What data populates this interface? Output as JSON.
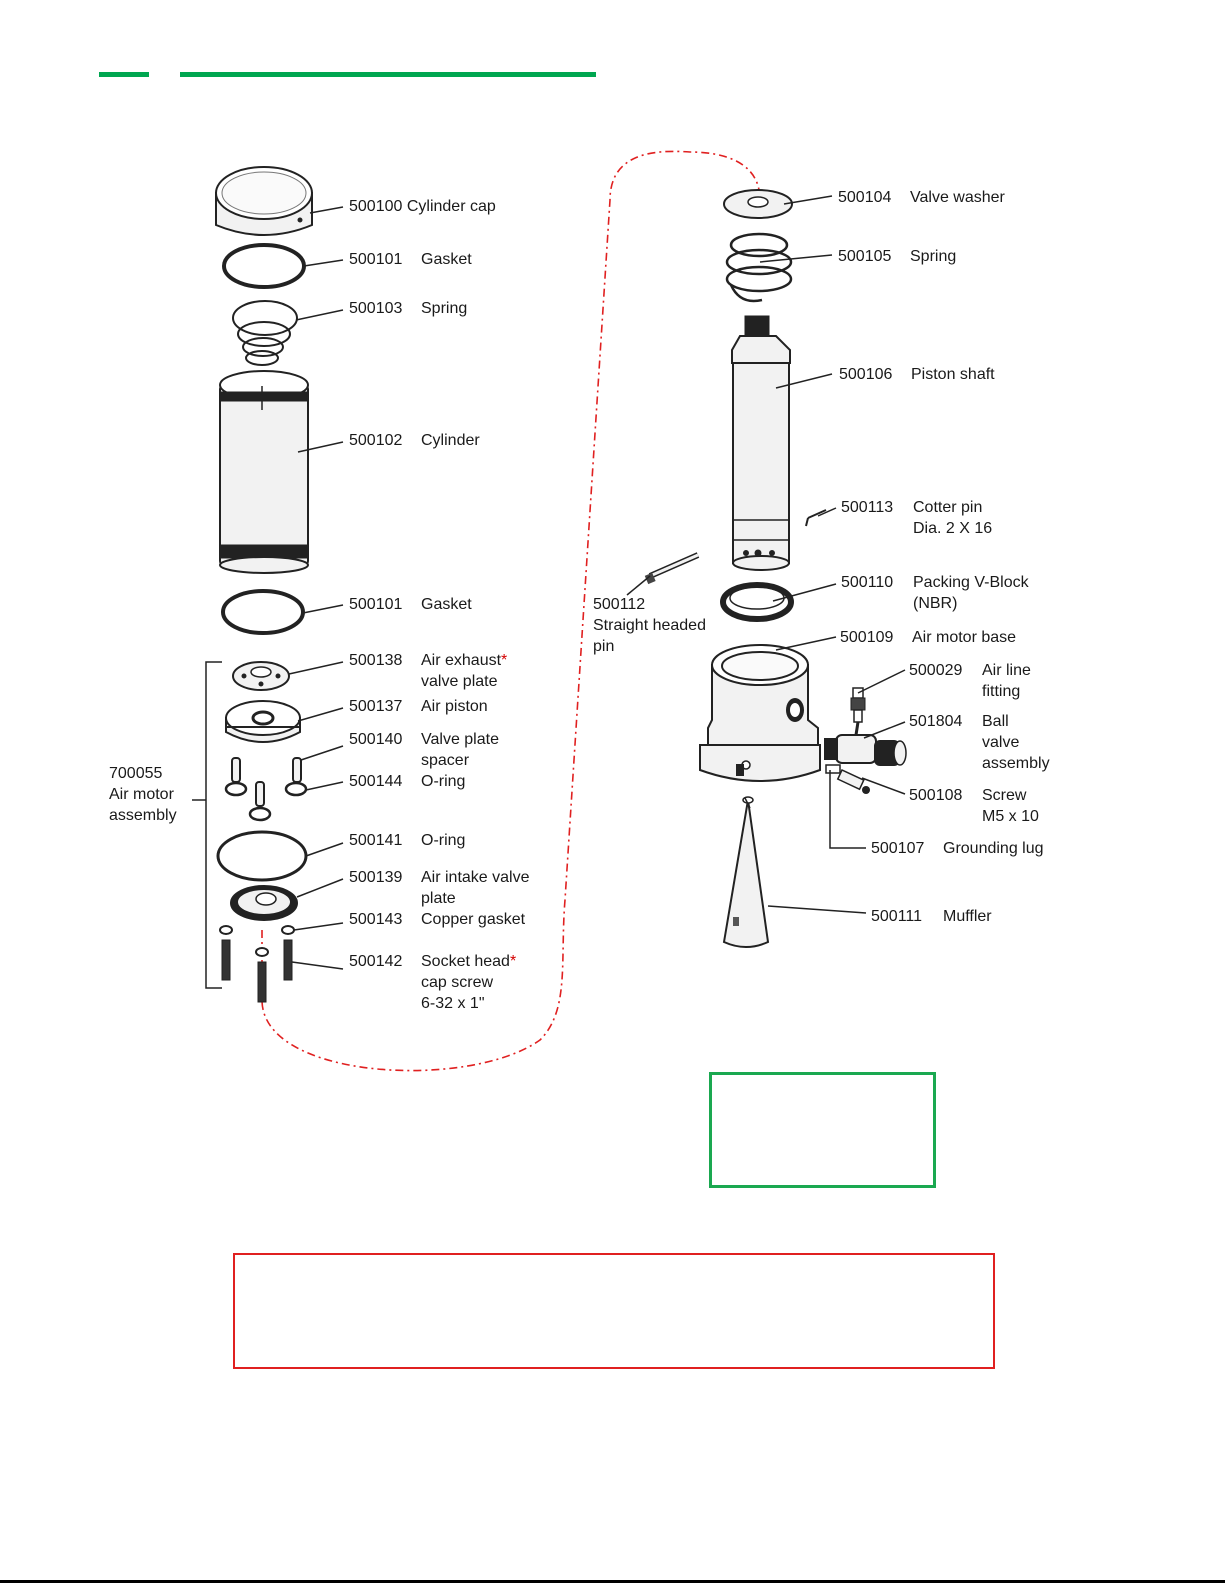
{
  "colors": {
    "accent_green": "#00a650",
    "box_green": "#1aa850",
    "box_red": "#e02020",
    "asterisk": "#d40000"
  },
  "left_parts": [
    {
      "num": "500100",
      "name": "Cylinder cap"
    },
    {
      "num": "500101",
      "name": "Gasket"
    },
    {
      "num": "500103",
      "name": "Spring"
    },
    {
      "num": "500102",
      "name": "Cylinder"
    },
    {
      "num": "500101",
      "name": "Gasket"
    },
    {
      "num": "500138",
      "name": "Air exhaust",
      "line2": "valve plate",
      "asterisk": "*"
    },
    {
      "num": "500137",
      "name": "Air piston"
    },
    {
      "num": "500140",
      "name": "Valve plate",
      "line2": "spacer"
    },
    {
      "num": "500144",
      "name": "O-ring"
    },
    {
      "num": "500141",
      "name": "O-ring"
    },
    {
      "num": "500139",
      "name": "Air intake valve",
      "line2": "plate"
    },
    {
      "num": "500143",
      "name": "Copper gasket"
    },
    {
      "num": "500142",
      "name": "Socket head",
      "line2": "cap screw",
      "line3": "6-32 x 1\"",
      "asterisk": "*"
    }
  ],
  "assembly": {
    "num": "700055",
    "line1": "Air motor",
    "line2": "assembly"
  },
  "right_parts": [
    {
      "num": "500104",
      "name": "Valve washer"
    },
    {
      "num": "500105",
      "name": "Spring"
    },
    {
      "num": "500106",
      "name": "Piston shaft"
    },
    {
      "num": "500113",
      "name": "Cotter pin",
      "line2": "Dia. 2 X 16"
    },
    {
      "num": "500110",
      "name": "Packing V-Block",
      "line2": "(NBR)"
    },
    {
      "num": "500109",
      "name": "Air motor base"
    },
    {
      "num": "500029",
      "name": "Air line",
      "line2": "fitting"
    },
    {
      "num": "501804",
      "name": "Ball",
      "line2": "valve",
      "line3": "assembly"
    },
    {
      "num": "500108",
      "name": "Screw",
      "line2": "M5 x 10"
    },
    {
      "num": "500107",
      "name": "Grounding lug"
    },
    {
      "num": "500111",
      "name": "Muffler"
    }
  ],
  "pin": {
    "num": "500112",
    "line1": "Straight headed",
    "line2": "pin"
  }
}
